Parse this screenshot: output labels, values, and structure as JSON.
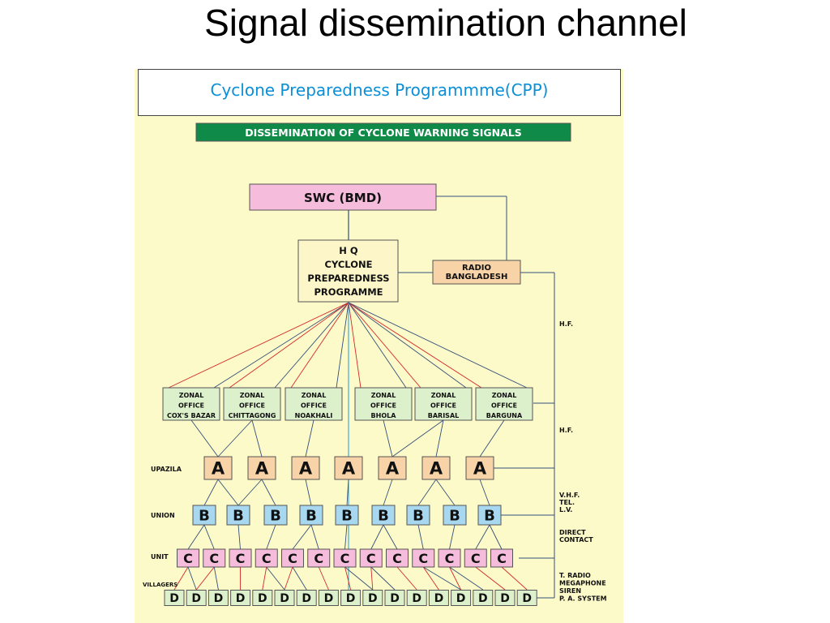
{
  "slide": {
    "title": "Signal dissemination channel",
    "caption": "Cyclone Preparedness Programmme(CPP)"
  },
  "diagram": {
    "heading": "DISSEMINATION OF CYCLONE WARNING SIGNALS",
    "swc": "SWC (BMD)",
    "hq_lines": [
      "H Q",
      "CYCLONE",
      "PREPAREDNESS",
      "PROGRAMME"
    ],
    "radio_lines": [
      "RADIO",
      "BANGLADESH"
    ],
    "zonal_offices": [
      [
        "ZONAL",
        "OFFICE",
        "COX'S BAZAR"
      ],
      [
        "ZONAL",
        "OFFICE",
        "CHITTAGONG"
      ],
      [
        "ZONAL",
        "OFFICE",
        "NOAKHALI"
      ],
      [
        "ZONAL",
        "OFFICE",
        "BHOLA"
      ],
      [
        "ZONAL",
        "OFFICE",
        "BARISAL"
      ],
      [
        "ZONAL",
        "OFFICE",
        "BARGUNA"
      ]
    ],
    "levels": {
      "upazila": {
        "label": "UPAZILA",
        "letter": "A",
        "count": 7
      },
      "union": {
        "label": "UNION",
        "letter": "B",
        "count": 9
      },
      "unit": {
        "label": "UNIT",
        "letter": "C",
        "count": 13
      },
      "villagers": {
        "label": "VILLAGERS",
        "letter": "D",
        "count": 17
      }
    },
    "right_labels": {
      "hf1": [
        "H.F."
      ],
      "hf2": [
        "H.F."
      ],
      "vhf": [
        "V.H.F.",
        "TEL.",
        "L.V."
      ],
      "direct": [
        "DIRECT",
        "CONTACT"
      ],
      "tradio": [
        "T. RADIO",
        "MEGAPHONE",
        "SIREN",
        "P. A. SYSTEM"
      ]
    },
    "colors": {
      "background": "#fdfac9",
      "heading_bg": "#0f8a49",
      "swc_bg": "#f6bcdc",
      "hq_bg": "#fdf6c9",
      "radio_bg": "#f8d3a8",
      "zonal_bg": "#ddf0cc",
      "upazila_bg": "#f8d3a8",
      "union_bg": "#a8d8f0",
      "unit_bg": "#f6bcdc",
      "villager_bg": "#ddf0cc",
      "red_line": "#d42a2a",
      "blue_line": "#1a9ad6",
      "dark_line": "#33507a"
    }
  }
}
